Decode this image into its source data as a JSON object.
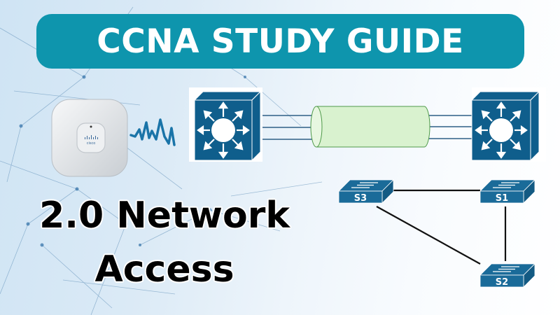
{
  "title": {
    "text": "CCNA STUDY GUIDE",
    "background": "#0e95ad",
    "color": "#ffffff"
  },
  "subtitle": {
    "line1": "2.0 Network",
    "line2": "Access"
  },
  "access_point": {
    "brand_label": "cisco",
    "icon": "wireless-access-point-icon"
  },
  "signal": {
    "icon": "wireless-signal-wave-icon",
    "color": "#1a74a8"
  },
  "etherchannel": {
    "left_device": "multilayer-switch-icon",
    "right_device": "multilayer-switch-icon",
    "bundle_color": "#d9f2cf",
    "device_color": "#0f5e8c"
  },
  "topology": {
    "switches": [
      {
        "id": "S3",
        "label": "S3"
      },
      {
        "id": "S1",
        "label": "S1"
      },
      {
        "id": "S2",
        "label": "S2"
      }
    ],
    "links": [
      [
        "S3",
        "S1"
      ],
      [
        "S3",
        "S2"
      ],
      [
        "S1",
        "S2"
      ]
    ]
  }
}
